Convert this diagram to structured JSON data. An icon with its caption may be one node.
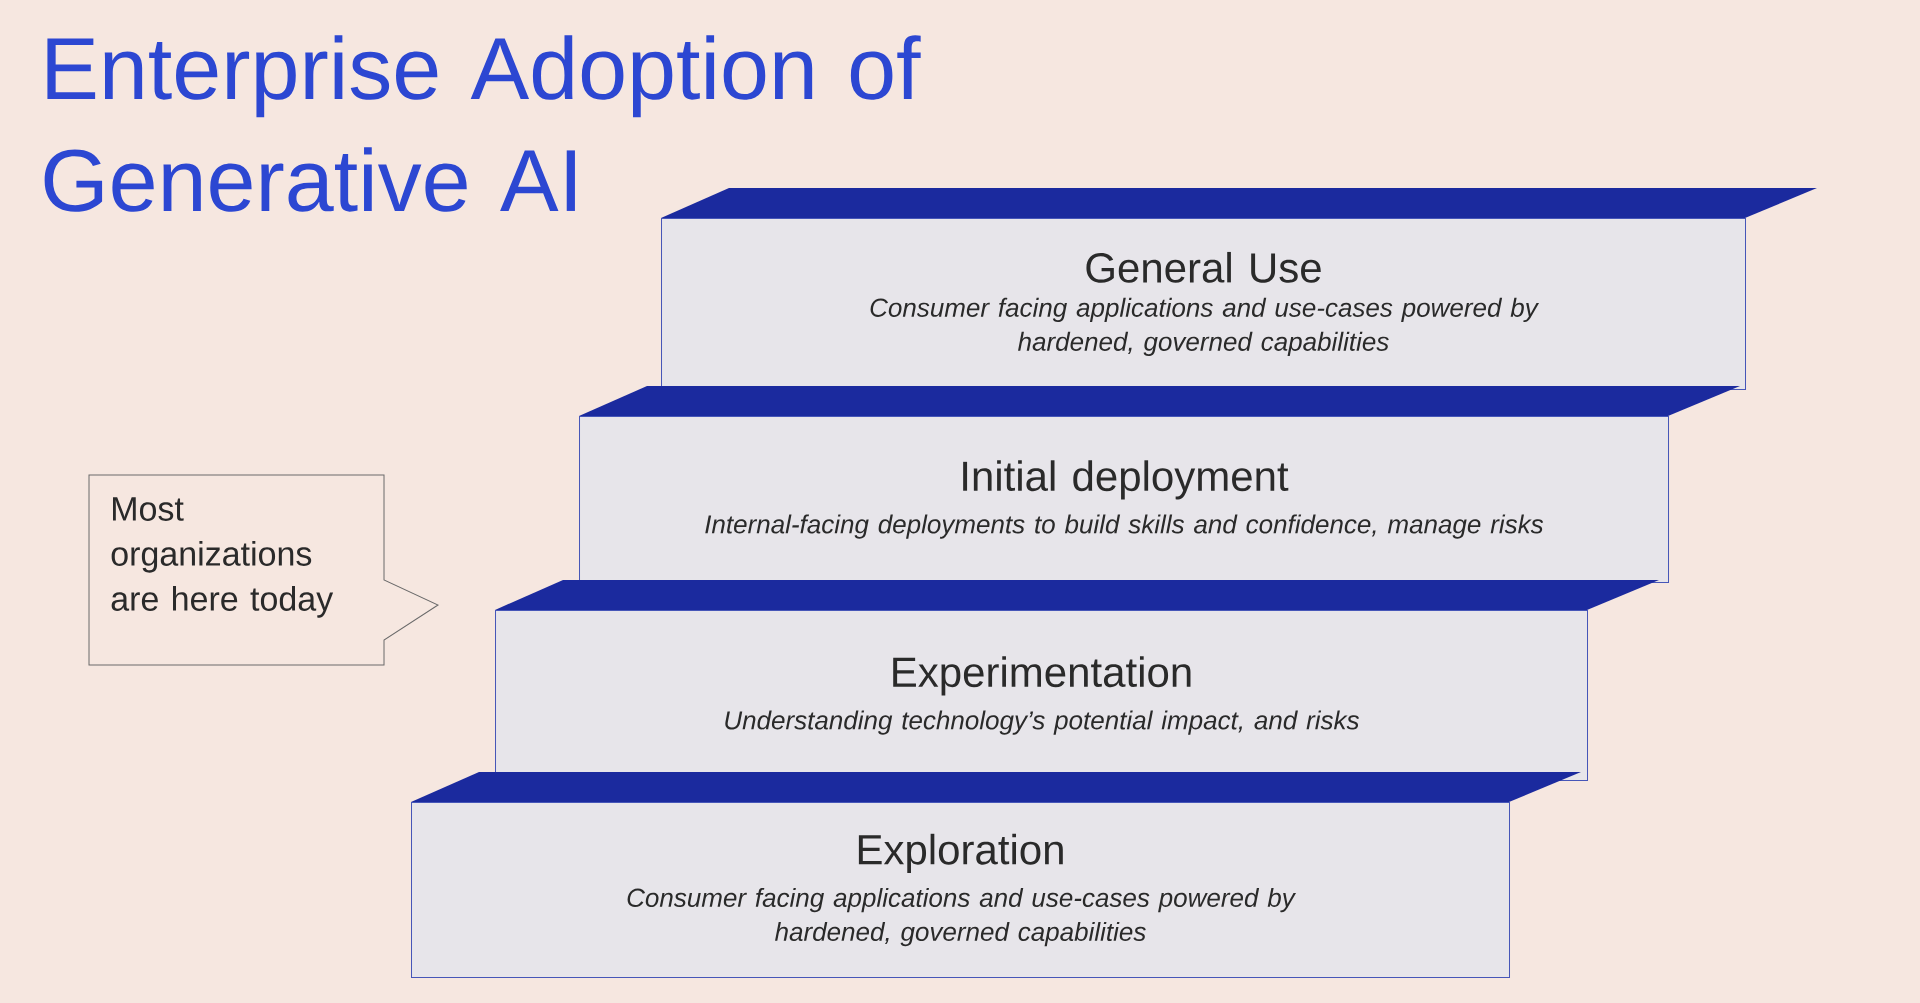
{
  "diagram": {
    "title": "Enterprise Adoption of Generative AI",
    "nodes": [
      {
        "text": [
          "General Use",
          "Consumer facing applications and use-cases powered by hardened, governed capabilities"
        ]
      },
      {
        "text": [
          "Initial deployment",
          "Internal-facing deployments to build skills and confidence, manage risks"
        ]
      },
      {
        "text": [
          "Experimentation",
          "Understanding technology’s potential impact, and risks"
        ]
      },
      {
        "text": [
          "Exploration",
          "Consumer facing applications and use-cases powered by hardened, governed capabilities"
        ]
      },
      {
        "text": [
          "Most organizations are here today"
        ]
      }
    ]
  }
}
